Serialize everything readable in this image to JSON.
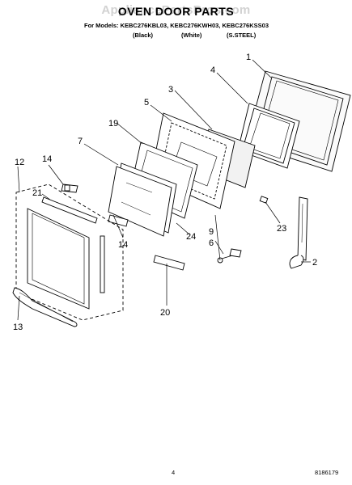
{
  "watermark": "AppliancePartsPros.com",
  "title": "OVEN DOOR PARTS",
  "models_line": "For Models: KEBC276KBL03, KEBC276KWH03, KEBC276KSS03",
  "variants": [
    "(Black)",
    "(White)",
    "(S.STEEL)"
  ],
  "page_number": "4",
  "doc_number": "8186179",
  "callouts": [
    "1",
    "2",
    "3",
    "4",
    "5",
    "6",
    "7",
    "9",
    "12",
    "13",
    "14",
    "14",
    "19",
    "20",
    "21",
    "23",
    "24"
  ]
}
